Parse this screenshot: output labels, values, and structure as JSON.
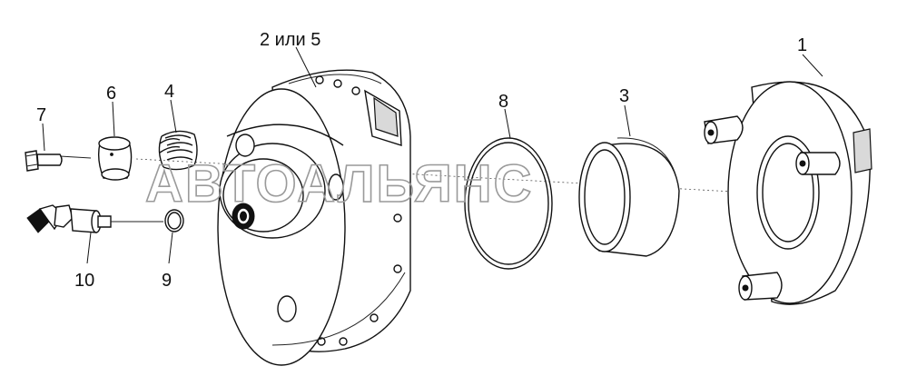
{
  "diagram": {
    "watermark": "АВТОАЛЬЯНС",
    "labels": {
      "p1": "1",
      "p2or5": "2 или 5",
      "p3": "3",
      "p4": "4",
      "p6": "6",
      "p7": "7",
      "p8": "8",
      "p9": "9",
      "p10": "10"
    }
  }
}
